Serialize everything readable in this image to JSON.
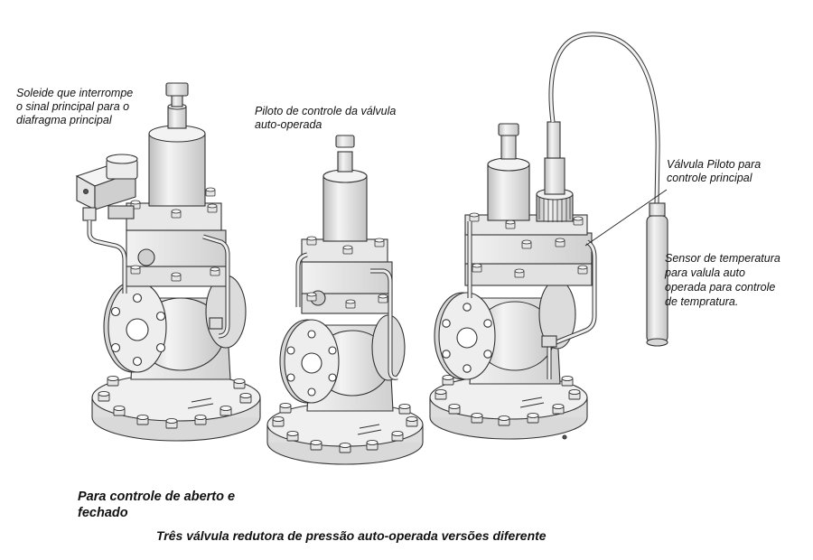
{
  "labels": {
    "solenoid": "Soleide que interrompe\no sinal principal para o\ndiafragma principal",
    "pilot": "Piloto de controle da válvula\nauto-operada",
    "main_pilot": "Válvula Piloto para\ncontrole principal",
    "temp_sensor": "Sensor de temperatura\npara valula auto\noperada para controle\nde tempratura."
  },
  "captions": {
    "on_off": "Para controle de aberto e\nfechado",
    "figure": "Três válvula redutora de pressão auto-operada versões diferente"
  },
  "colors": {
    "outline": "#333333",
    "body": "#e9e9e9",
    "shade": "#cfcfcf",
    "light": "#f7f7f7"
  }
}
